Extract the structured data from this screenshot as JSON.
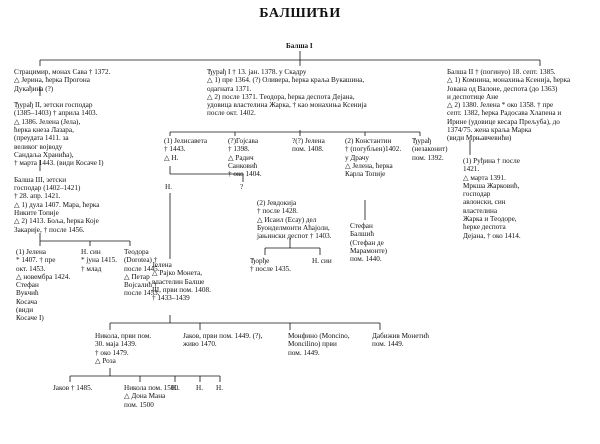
{
  "title": "БАЛШИЋИ",
  "nodes": {
    "root": "Балша I",
    "stracimir": "Страцимир, монах Сава † 1372.\n△ Јерина, ћерка Прогона\nДукађина (?)\n\nЂурађ II, зетски господар\n(1385–1403) † априла 1403.\n△ 1386. Јелена (Јела),\nћерка кнеза Лазара,\n(преудата 1411. за\nвеликог војводу\nСандаља Хранића),\n† марта 1443. (види Косаче I)\n\nБалша III, зетски\nгосподар (1402–1421)\n† 28. апр. 1421.\n△ 1) дула 1407. Мара, ћерка\nНиките Топије\n△ 2) 1413. Боља, ћерка Које\nЗакарије, † после 1456.",
    "djuradj1": "Ђурађ I † 13. јан. 1378. у Скадру\n△ 1) пре 1364. (?) Оливера, ћерка краља Вукашина,\nодагната 1371.\n△ 2) после 1371. Теодора, ћерка деспота Дејана,\nудовица властелина Жарка, † као монахиња Ксенија\nпосле окт. 1402.",
    "balsa2": "Балша II † (погинуо) 18. септ. 1385.\n△ 1) Комнина, монахиња Ксенија, ћерка\nЈована од Валоне, деспота (до 1363)\nи деспотице Ане\n△ 2) 1380. Јелена * око 1358. † пре\nсепт. 1382, ћерка Радосава Хлапена и\nИрине (удовице кесара Прељуба), до\n1374/75. жена краља Марка\n(види Мрњавчевићи)",
    "rudjina": "(1) Руђина † после\n1421.\n△ марта 1391.\nМркша Жарковић,\nгосподар\nавлонски, син\nвластелина\nЖарка и Теодоре,\nћерке деспота\nДејана, † око 1414.",
    "jelena": "(1) Јелена\n* 1407. † пре\nокт. 1453.\n△ новембра 1424.\nСтефан\nВукчић\nКосача\n(види\nКосаче I)",
    "n_sin": "Н. син\n* јуна 1415.\n† млад",
    "teodora": "Теодора\n(Dorotea) †\nпосле 1445.\n△ Петар\nВојсалић †\nпосле 1453.",
    "jelisaveta": "(1) Јелисавета\n† 1443.\n△ Н.",
    "n_single": "Н.",
    "q_mark": "?",
    "goisava": "(?)Гојсава\n† 1398.\n△ Радич\nСанковић\n† око 1404.",
    "jevdokija": "(2) Јевдокија\n† после 1428.\n△ Исаил (Есау) дел\nБуонделмонти Аћајоли,\nјањински деспот † 1403.",
    "djordje": "Ђорђе\n† после 1435.",
    "n_sinovi": "Н. сии",
    "qm_jelena": "?(?) Јелена\nпом. 1408.",
    "konstantin": "(2) Константин\n† (погубљен)1402.\nу Драчу\n△ Јелена, ћерка\nКарла Топије",
    "stefan": "Стефан\nБалшић\n(Стефан де\nМарамонте)\nпом. 1440.",
    "djuradj_vanbr": "Ђурађ\n(незаконит)\nпом. 1392.",
    "jelena_rajko": "Јелена\n△ Рајко Монета,\nвластелин Балше\nIII, први пом. 1408.\n† 1433–1439",
    "nikola1": "Никола, први пом.\n30. маја 1439.\n† око 1479.\n△ Роза",
    "jakov1": "Јаков, први пом. 1449. (?),\nживо 1470.",
    "monfino": "Монфино (Moncino,\nMoncilino) први\nпом. 1449.",
    "dabizhiv": "Дабижив Монетић\nпом. 1449.",
    "jakov2": "Јаков † 1485.",
    "nikola2": "Никола пом. 1500.\n△ Дона Мана\nпом. 1500",
    "n1": "Н.",
    "n2": "Н.",
    "n3": "Н."
  }
}
